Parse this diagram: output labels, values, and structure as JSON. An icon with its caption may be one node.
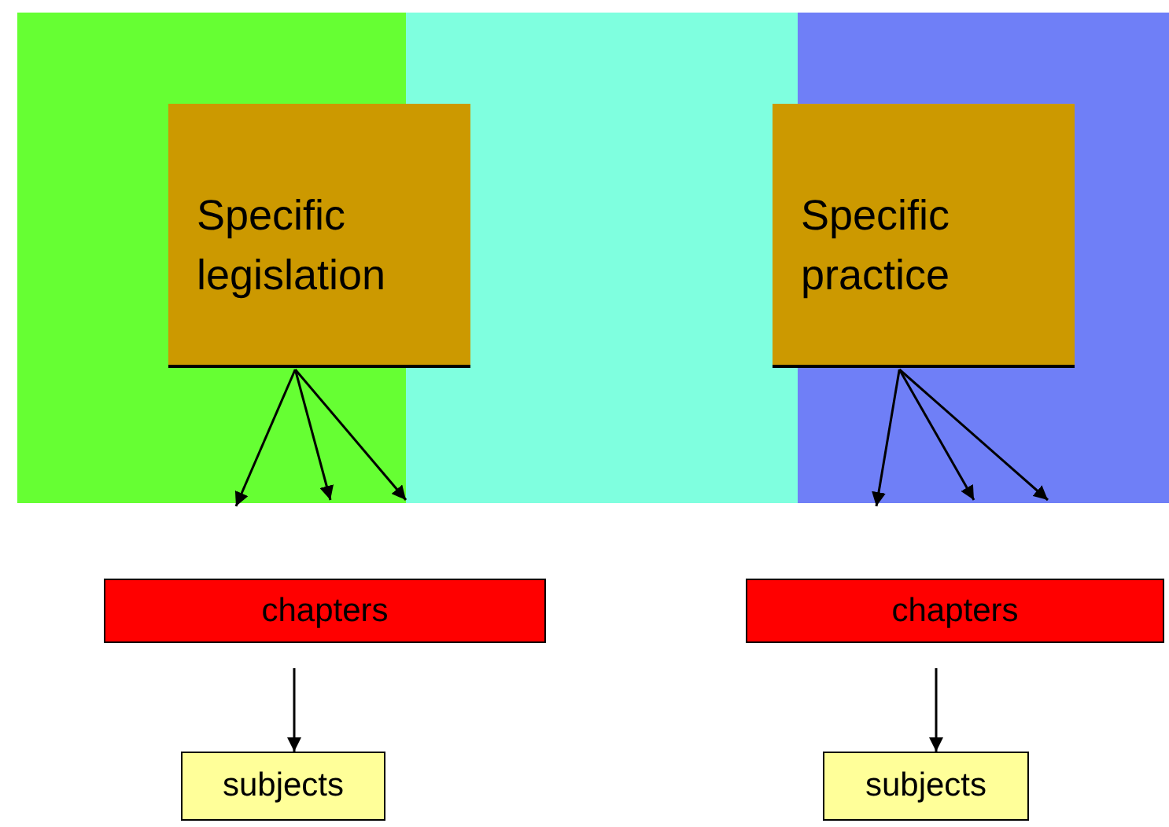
{
  "diagram": {
    "nodes": [
      {
        "text": [
          "Specific legislation"
        ]
      },
      {
        "text": [
          "Specific practice"
        ]
      },
      {
        "text": [
          "chapters"
        ]
      },
      {
        "text": [
          "chapters"
        ]
      },
      {
        "text": [
          "subjects"
        ]
      },
      {
        "text": [
          "subjects"
        ]
      }
    ],
    "edges": [
      {
        "from": 0,
        "to": null,
        "arrow": "to"
      },
      {
        "from": 0,
        "to": null,
        "arrow": "to"
      },
      {
        "from": 0,
        "to": null,
        "arrow": "to"
      },
      {
        "from": 1,
        "to": null,
        "arrow": "to"
      },
      {
        "from": 1,
        "to": null,
        "arrow": "to"
      },
      {
        "from": 1,
        "to": null,
        "arrow": "to"
      },
      {
        "from": 2,
        "to": 4,
        "arrow": "to"
      },
      {
        "from": 3,
        "to": 5,
        "arrow": "to"
      }
    ]
  }
}
